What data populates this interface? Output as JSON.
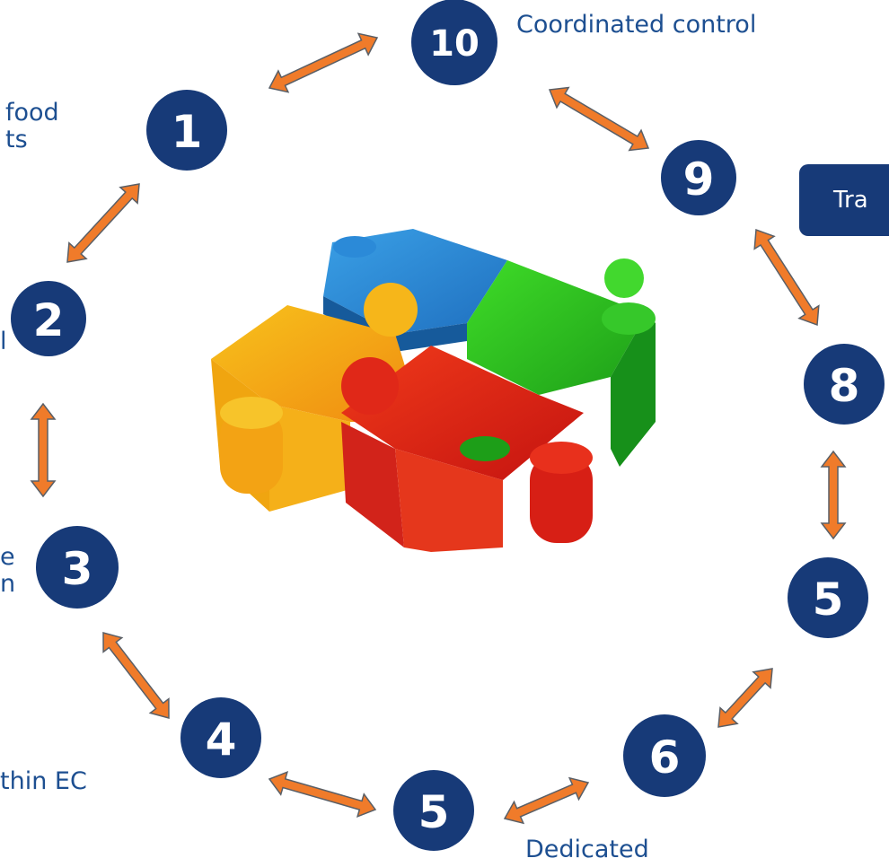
{
  "nodes": [
    {
      "id": "10",
      "label": "10"
    },
    {
      "id": "1",
      "label": "1"
    },
    {
      "id": "9",
      "label": "9"
    },
    {
      "id": "2",
      "label": "2"
    },
    {
      "id": "8",
      "label": "8"
    },
    {
      "id": "3",
      "label": "3"
    },
    {
      "id": "5a",
      "label": "5"
    },
    {
      "id": "4",
      "label": "4"
    },
    {
      "id": "6",
      "label": "6"
    },
    {
      "id": "5b",
      "label": "5"
    }
  ],
  "labels": {
    "coordinated": "Coordinated control",
    "food": "food\nts",
    "l2": "l",
    "l3": "e\nn",
    "within": "thin EC",
    "dedicated": "Dedicated",
    "box": "Tra"
  },
  "colors": {
    "node_fill": "#173a78",
    "arrow": "#f07b2a",
    "arrow_outline": "#5a5f66",
    "label_text": "#1d4f91"
  }
}
